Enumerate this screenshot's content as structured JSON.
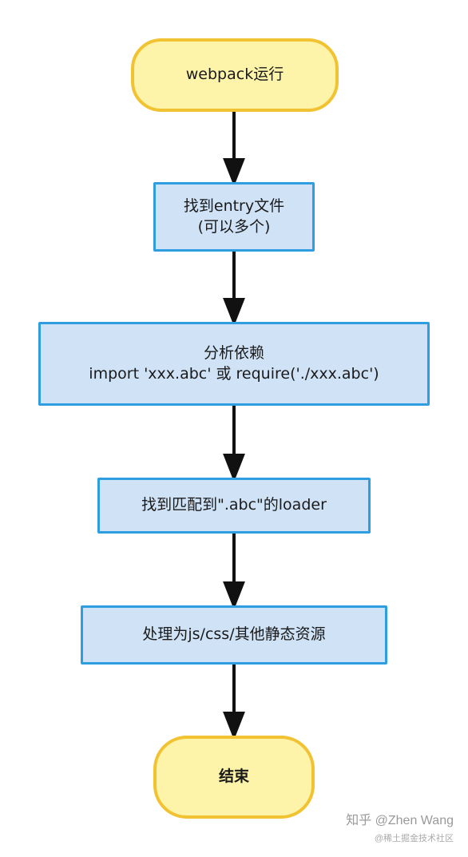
{
  "nodes": {
    "start": {
      "label": "webpack运行"
    },
    "find_entry": {
      "line1": "找到entry文件",
      "line2": "(可以多个)"
    },
    "analyze": {
      "line1": "分析依赖",
      "line2": "import 'xxx.abc' 或 require('./xxx.abc')"
    },
    "find_loader": {
      "label": "找到匹配到\".abc\"的loader"
    },
    "process": {
      "label": "处理为js/css/其他静态资源"
    },
    "end": {
      "label": "结束"
    }
  },
  "colors": {
    "terminal_fill": "#fdf3a9",
    "terminal_border": "#f1c232",
    "process_fill": "#cfe2f6",
    "process_border": "#2f9ee0",
    "arrow": "#111111"
  },
  "watermark": {
    "main": "知乎 @Zhen Wang",
    "sub": "@稀土掘金技术社区"
  }
}
